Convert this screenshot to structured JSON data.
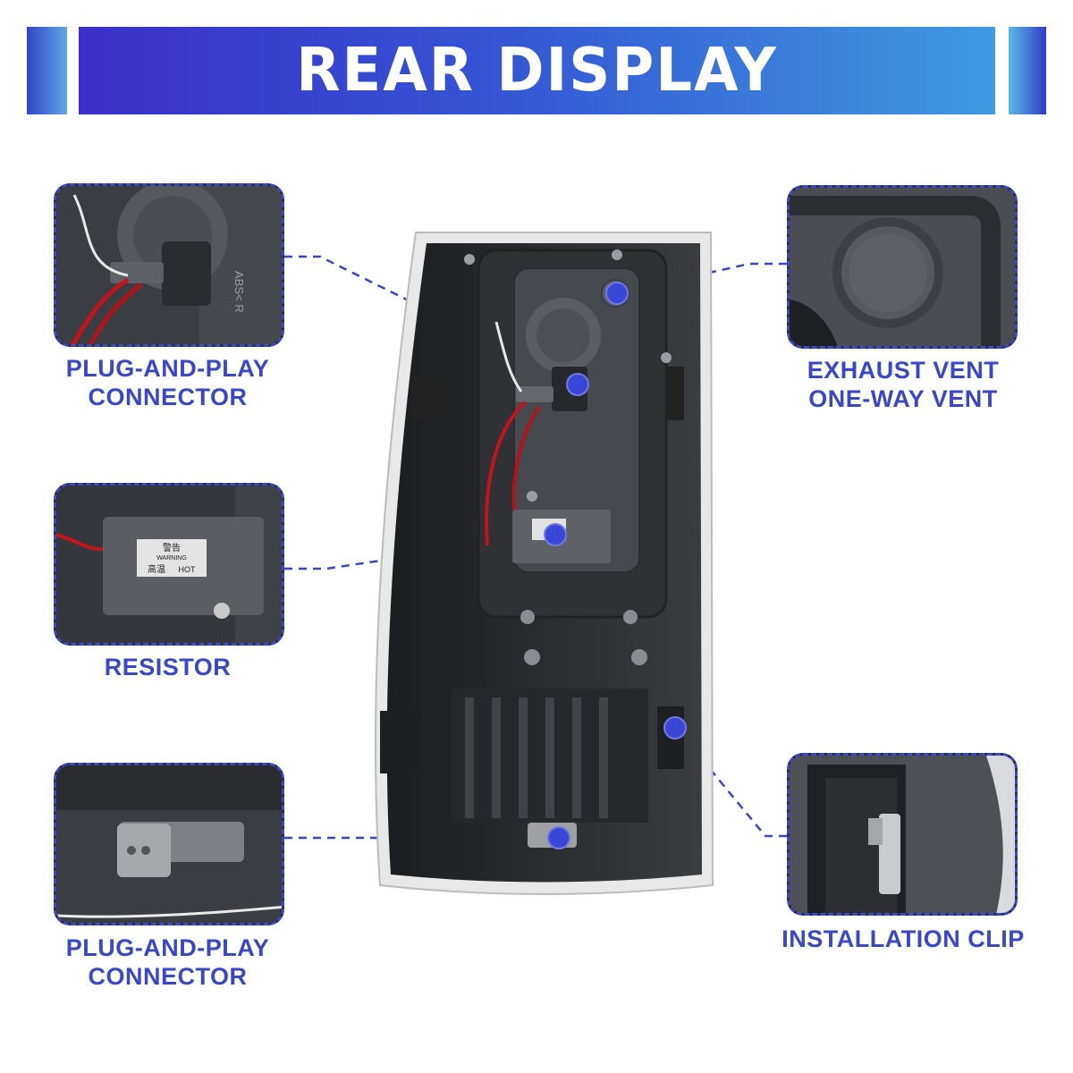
{
  "header": {
    "title": "REAR DISPLAY"
  },
  "callouts": {
    "connector_top": {
      "line1": "PLUG-AND-PLAY",
      "line2": "CONNECTOR"
    },
    "resistor": {
      "line1": "RESISTOR"
    },
    "connector_bottom": {
      "line1": "PLUG-AND-PLAY",
      "line2": "CONNECTOR"
    },
    "exhaust_vent": {
      "line1": "EXHAUST VENT",
      "line2": "ONE-WAY VENT"
    },
    "installation_clip": {
      "line1": "INSTALLATION CLIP"
    }
  },
  "resistor_sticker": {
    "line1": "警告",
    "line2": "WARNING",
    "line3": "高温",
    "line4": "HOT"
  },
  "housing_mark": "ABS< R",
  "colors": {
    "accent": "#3a47c7",
    "banner_start": "#3b2fc9",
    "banner_end": "#3f9ae0",
    "housing": "#2d2f33"
  }
}
